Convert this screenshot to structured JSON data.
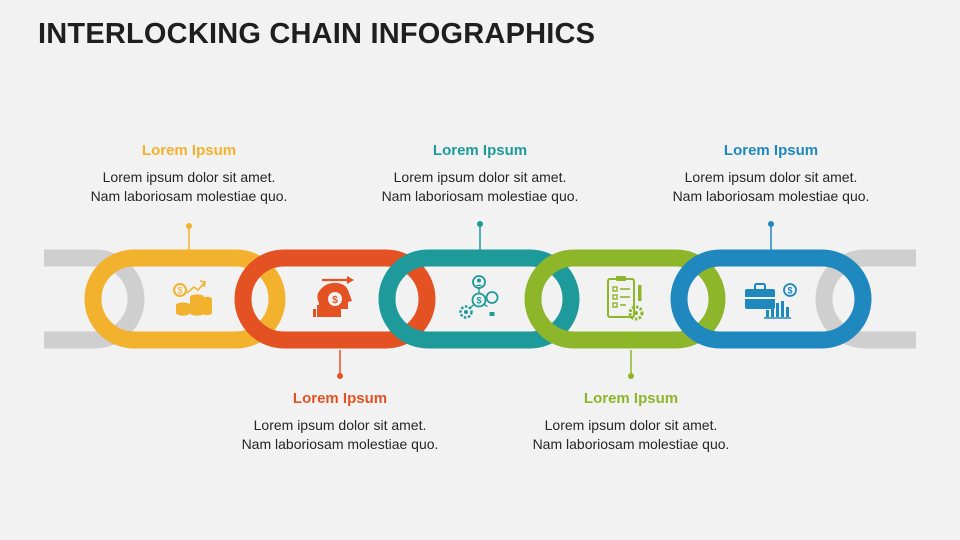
{
  "title": "INTERLOCKING CHAIN INFOGRAPHICS",
  "colors": {
    "background": "#f2f2f2",
    "end_links": "#cfcfcf",
    "yellow": "#f2b22e",
    "orange": "#e45224",
    "teal": "#1f9a9a",
    "green": "#8db62a",
    "blue": "#1f88be"
  },
  "links": [
    {
      "color": "#f2b22e",
      "icon": "coins-growth-icon",
      "callout": {
        "heading": "Lorem Ipsum",
        "text1": "Lorem ipsum dolor sit amet.",
        "text2": "Nam laboriosam molestiae quo."
      }
    },
    {
      "color": "#e45224",
      "icon": "head-dollar-arrow-icon",
      "callout": {
        "heading": "Lorem Ipsum",
        "text1": "Lorem ipsum dolor sit amet.",
        "text2": "Nam laboriosam molestiae quo."
      }
    },
    {
      "color": "#1f9a9a",
      "icon": "network-dollar-icon",
      "callout": {
        "heading": "Lorem Ipsum",
        "text1": "Lorem ipsum dolor sit amet.",
        "text2": "Nam laboriosam molestiae quo."
      }
    },
    {
      "color": "#8db62a",
      "icon": "checklist-gear-icon",
      "callout": {
        "heading": "Lorem Ipsum",
        "text1": "Lorem ipsum dolor sit amet.",
        "text2": "Nam laboriosam molestiae quo."
      }
    },
    {
      "color": "#1f88be",
      "icon": "briefcase-chart-icon",
      "callout": {
        "heading": "Lorem Ipsum",
        "text1": "Lorem ipsum dolor sit amet.",
        "text2": "Nam laboriosam molestiae quo."
      }
    }
  ]
}
